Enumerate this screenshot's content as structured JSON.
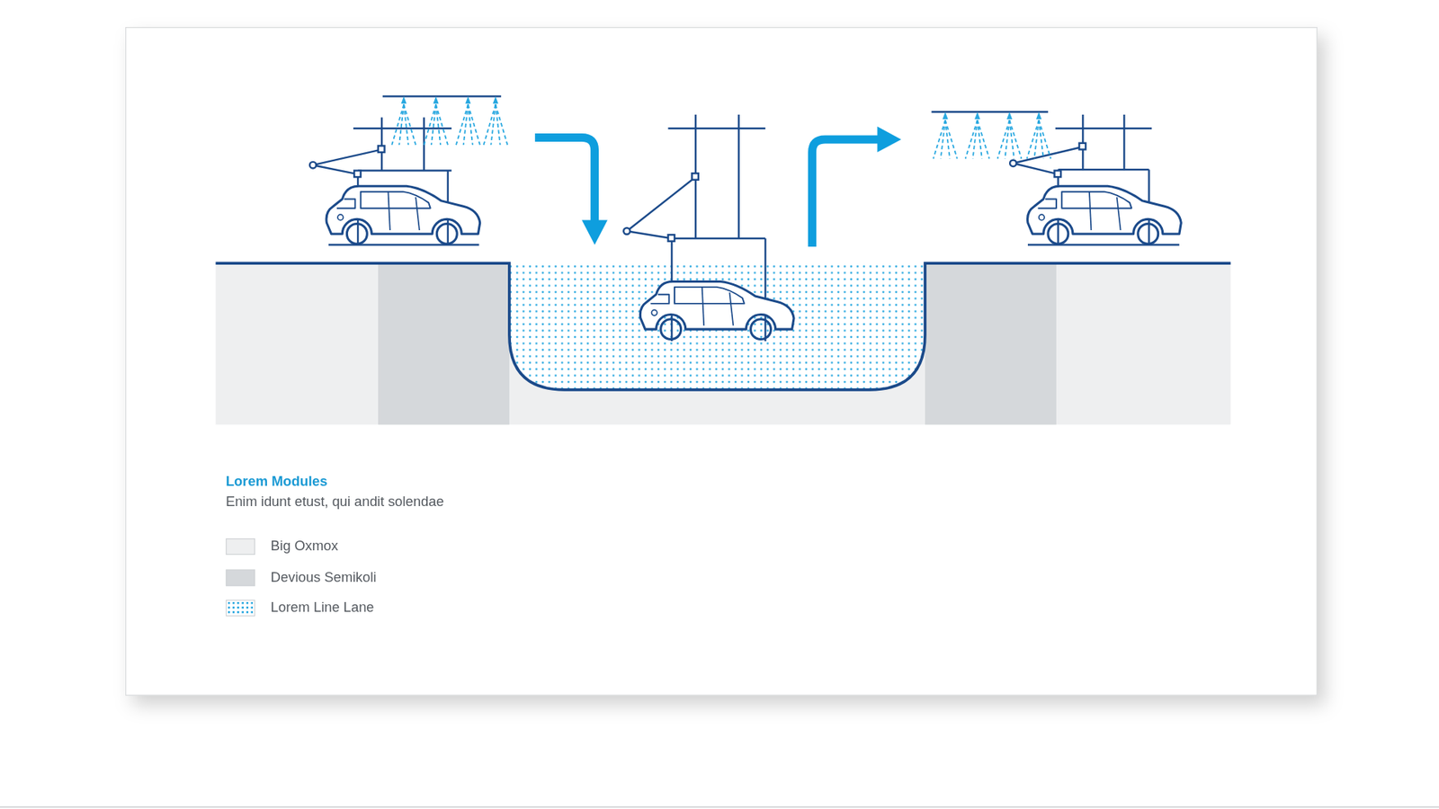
{
  "diagram": {
    "title": "Lorem Modules",
    "caption": "Enim idunt etust, qui andit solendae",
    "legend": [
      {
        "text": "Big Oxmox",
        "color": "#eeeff0"
      },
      {
        "text": "Devious Semikoli",
        "color": "#d5d8db"
      },
      {
        "text": "Lorem Line Lane"
      }
    ]
  }
}
